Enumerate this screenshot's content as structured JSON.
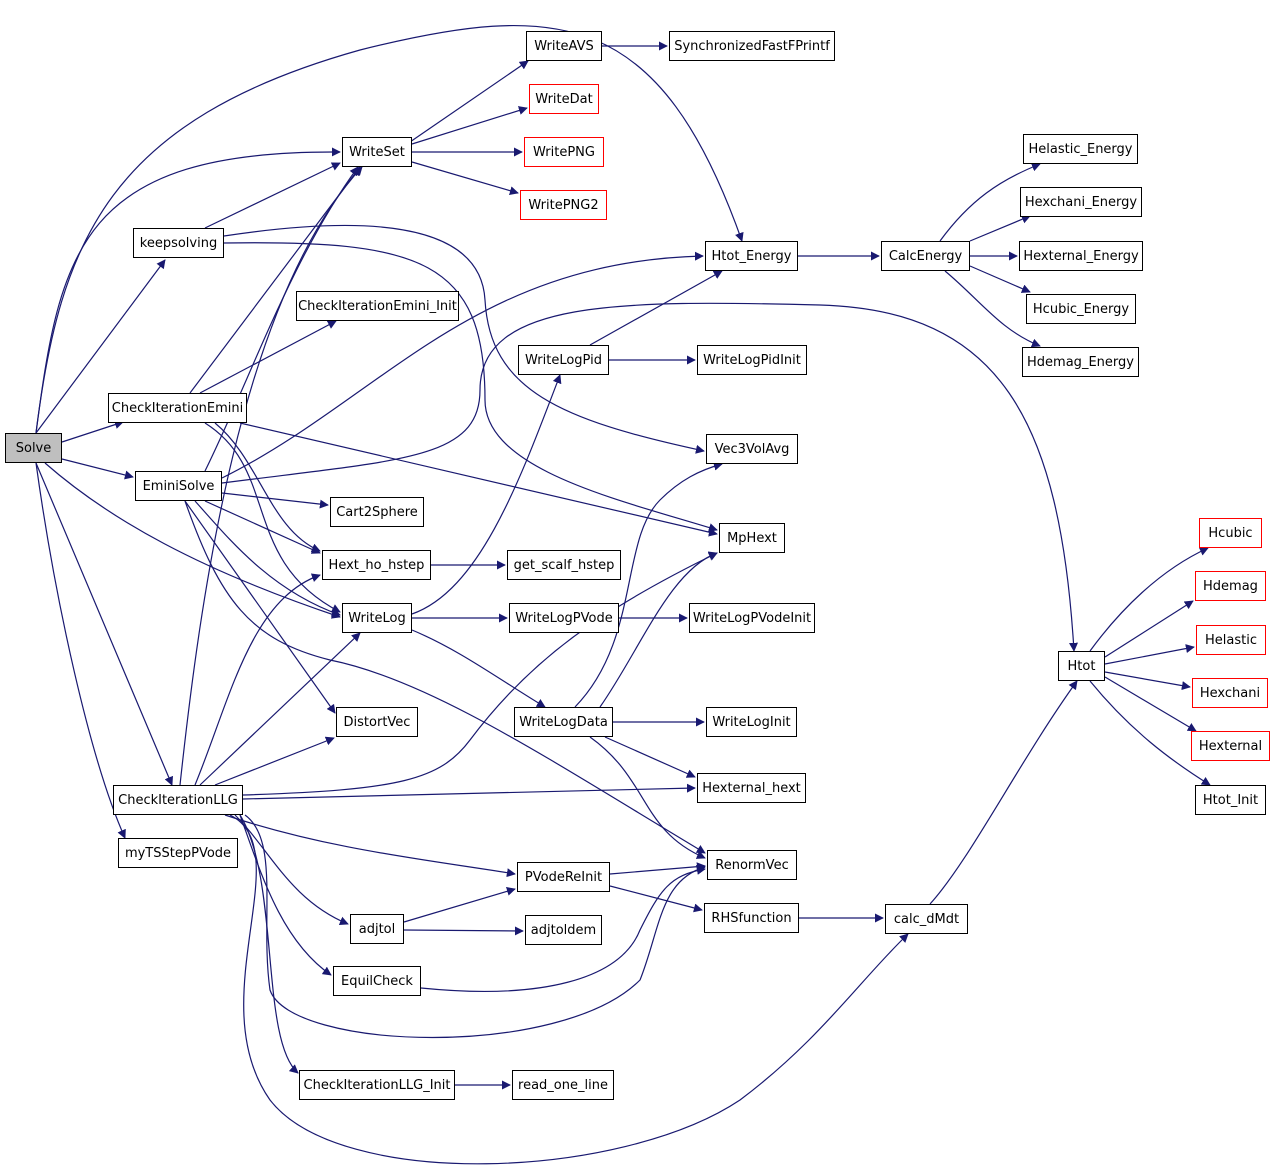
{
  "colors": {
    "edge": "#191970",
    "border": "#000000",
    "incomplete_border": "#ff0000",
    "root_fill": "#bfbfbf"
  },
  "nodes": {
    "solve": "Solve",
    "keepsolving": "keepsolving",
    "writeset": "WriteSet",
    "writeavs": "WriteAVS",
    "writedat": "WriteDat",
    "writepng": "WritePNG",
    "writepng2": "WritePNG2",
    "syncfprintf": "SynchronizedFastFPrintf",
    "checkemini": "CheckIterationEmini",
    "checkemini_init": "CheckIterationEmini_Init",
    "eminisolve": "EminiSolve",
    "cart2sphere": "Cart2Sphere",
    "hext_ho": "Hext_ho_hstep",
    "get_scalf": "get_scalf_hstep",
    "writelog": "WriteLog",
    "writelogpvode": "WriteLogPVode",
    "writelogpvodeinit": "WriteLogPVodeInit",
    "writelogpid": "WriteLogPid",
    "writelogpidinit": "WriteLogPidInit",
    "writelogdata": "WriteLogData",
    "writeloginit": "WriteLogInit",
    "distortvec": "DistortVec",
    "checkllg": "CheckIterationLLG",
    "mytsstep": "myTSStepPVode",
    "pvodereinit": "PVodeReInit",
    "adjtol": "adjtol",
    "adjtoldem": "adjtoldem",
    "equilcheck": "EquilCheck",
    "checkllg_init": "CheckIterationLLG_Init",
    "read_one_line": "read_one_line",
    "htot_energy": "Htot_Energy",
    "calcenergy": "CalcEnergy",
    "helastic_energy": "Helastic_Energy",
    "hexchani_energy": "Hexchani_Energy",
    "hexternal_energy": "Hexternal_Energy",
    "hcubic_energy": "Hcubic_Energy",
    "hdemag_energy": "Hdemag_Energy",
    "vec3volavg": "Vec3VolAvg",
    "mphext": "MpHext",
    "hexternal_hext": "Hexternal_hext",
    "renormvec": "RenormVec",
    "rhsfunction": "RHSfunction",
    "calc_dmdt": "calc_dMdt",
    "htot": "Htot",
    "hcubic": "Hcubic",
    "hdemag": "Hdemag",
    "helastic": "Helastic",
    "hexchani": "Hexchani",
    "hexternal": "Hexternal",
    "htot_init": "Htot_Init"
  }
}
